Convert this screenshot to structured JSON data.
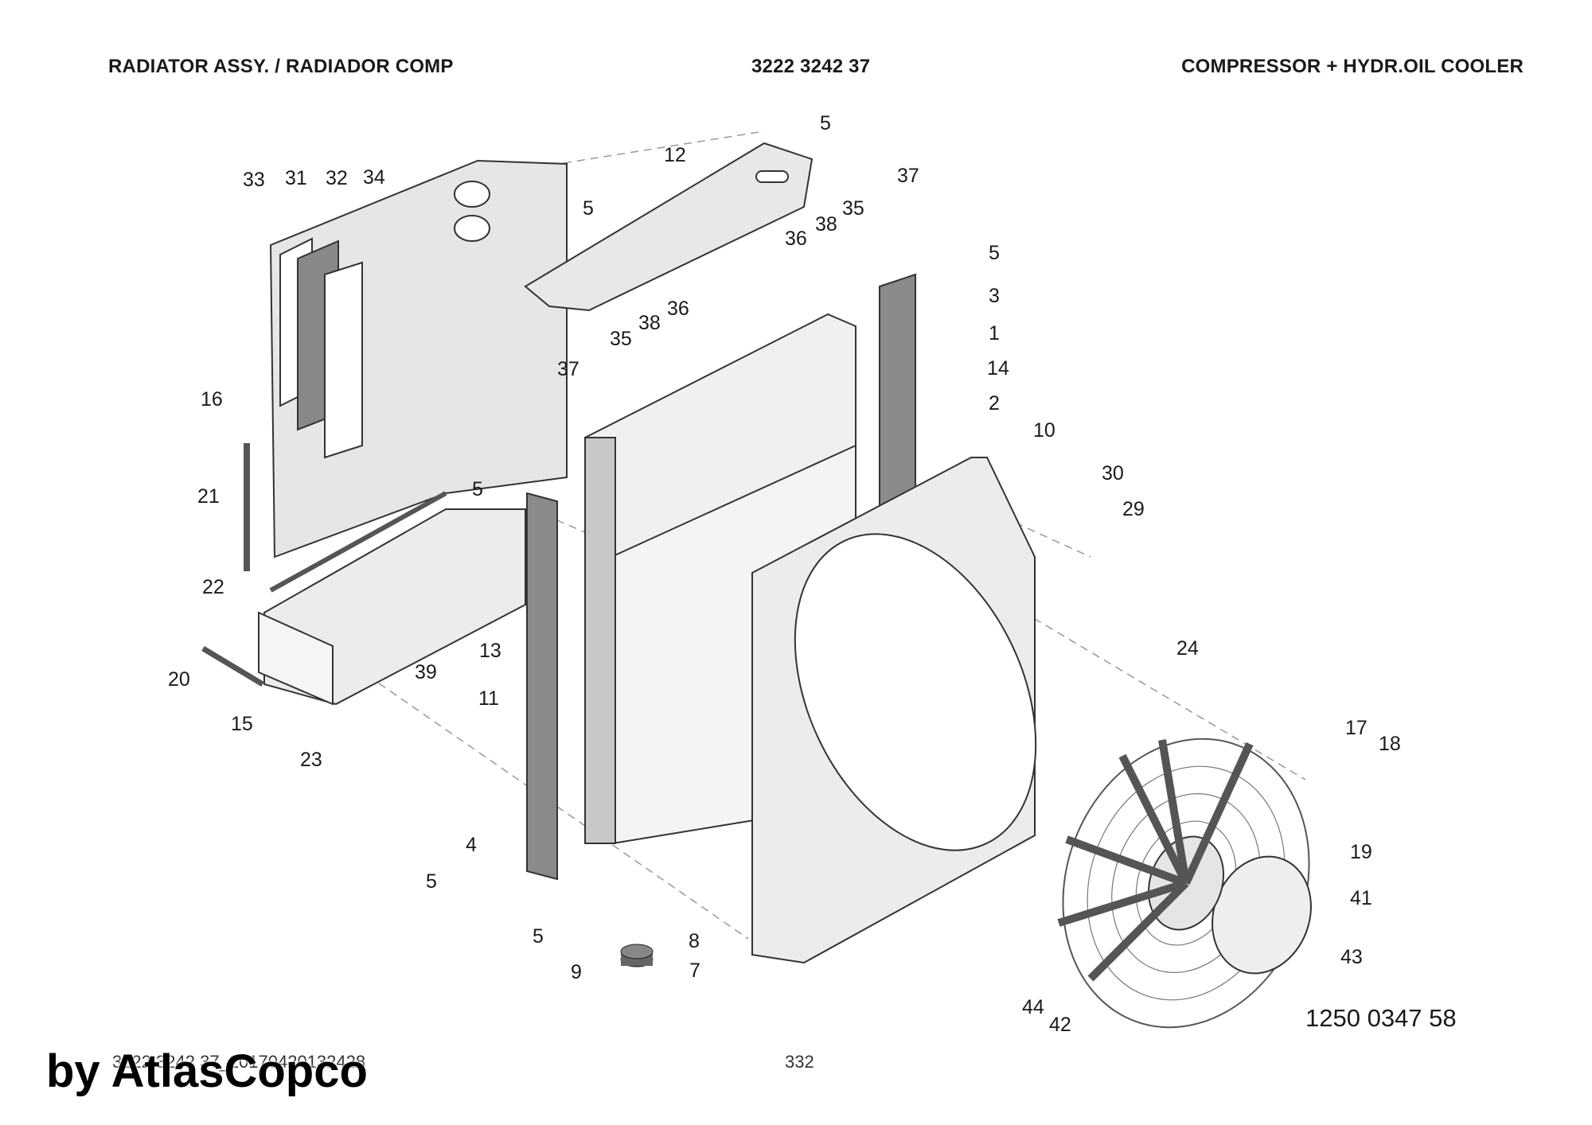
{
  "header": {
    "left_title": "RADIATOR ASSY. / RADIADOR COMP",
    "part_number": "3222 3242 37",
    "right_title": "COMPRESSOR + HYDR.OIL COOLER"
  },
  "drawing": {
    "reference_number": "1250 0347 58",
    "callouts": [
      "5",
      "12",
      "37",
      "33",
      "31",
      "32",
      "34",
      "5",
      "38",
      "35",
      "36",
      "5",
      "36",
      "38",
      "3",
      "35",
      "1",
      "37",
      "16",
      "14",
      "2",
      "10",
      "30",
      "21",
      "5",
      "29",
      "22",
      "39",
      "13",
      "24",
      "20",
      "15",
      "11",
      "23",
      "17",
      "18",
      "4",
      "19",
      "5",
      "41",
      "8",
      "5",
      "43",
      "9",
      "7",
      "44",
      "42"
    ]
  },
  "footer": {
    "document_code": "3222 3242 37_20170420132428",
    "page_number": "332",
    "watermark": "by AtlasCopco"
  }
}
